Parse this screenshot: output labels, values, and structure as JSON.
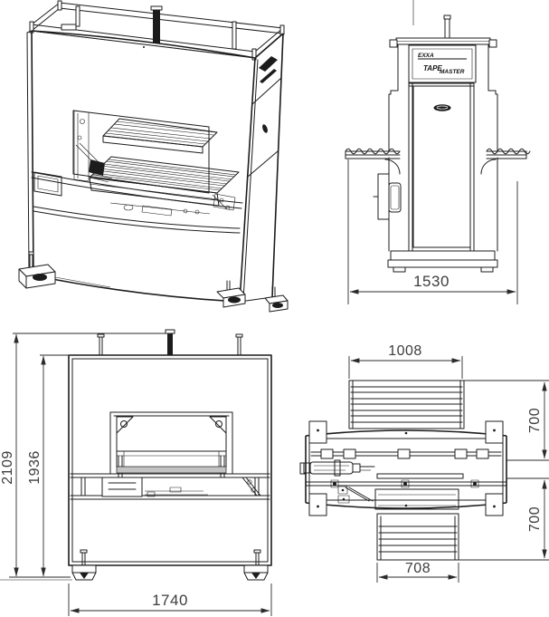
{
  "drawing": {
    "background_color": "#ffffff",
    "line_color": "#1c1c1c",
    "dim_text_color": "#3d3d3d"
  },
  "branding": {
    "logo_text": "EXXA",
    "product_word_1": "TAPE",
    "product_word_2": "MASTER"
  },
  "dimensions": {
    "side_view_width": "1530",
    "front_overall_height": "2109",
    "front_frame_height": "1936",
    "front_width": "1740",
    "plan_infeed_width": "1008",
    "plan_outfeed_width": "708",
    "plan_infeed_depth": "700",
    "plan_outfeed_depth": "700"
  }
}
